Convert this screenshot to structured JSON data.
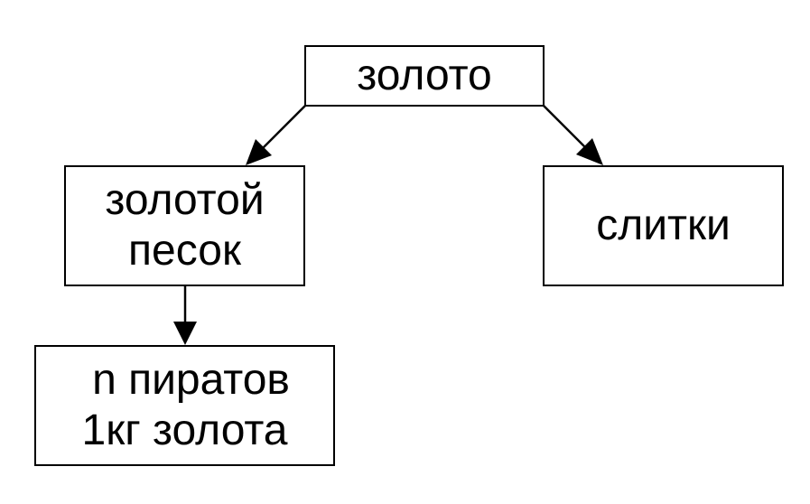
{
  "diagram": {
    "nodes": {
      "root": {
        "label": "золото"
      },
      "left": {
        "line1": "золотой",
        "line2": "песок"
      },
      "right": {
        "label": "слитки"
      },
      "bottom": {
        "line1": "n пиратов",
        "line2": "1кг золота"
      }
    },
    "edges": [
      {
        "from": "root",
        "to": "left"
      },
      {
        "from": "root",
        "to": "right"
      },
      {
        "from": "left",
        "to": "bottom"
      }
    ],
    "colors": {
      "stroke": "#000000",
      "background": "#ffffff"
    }
  }
}
